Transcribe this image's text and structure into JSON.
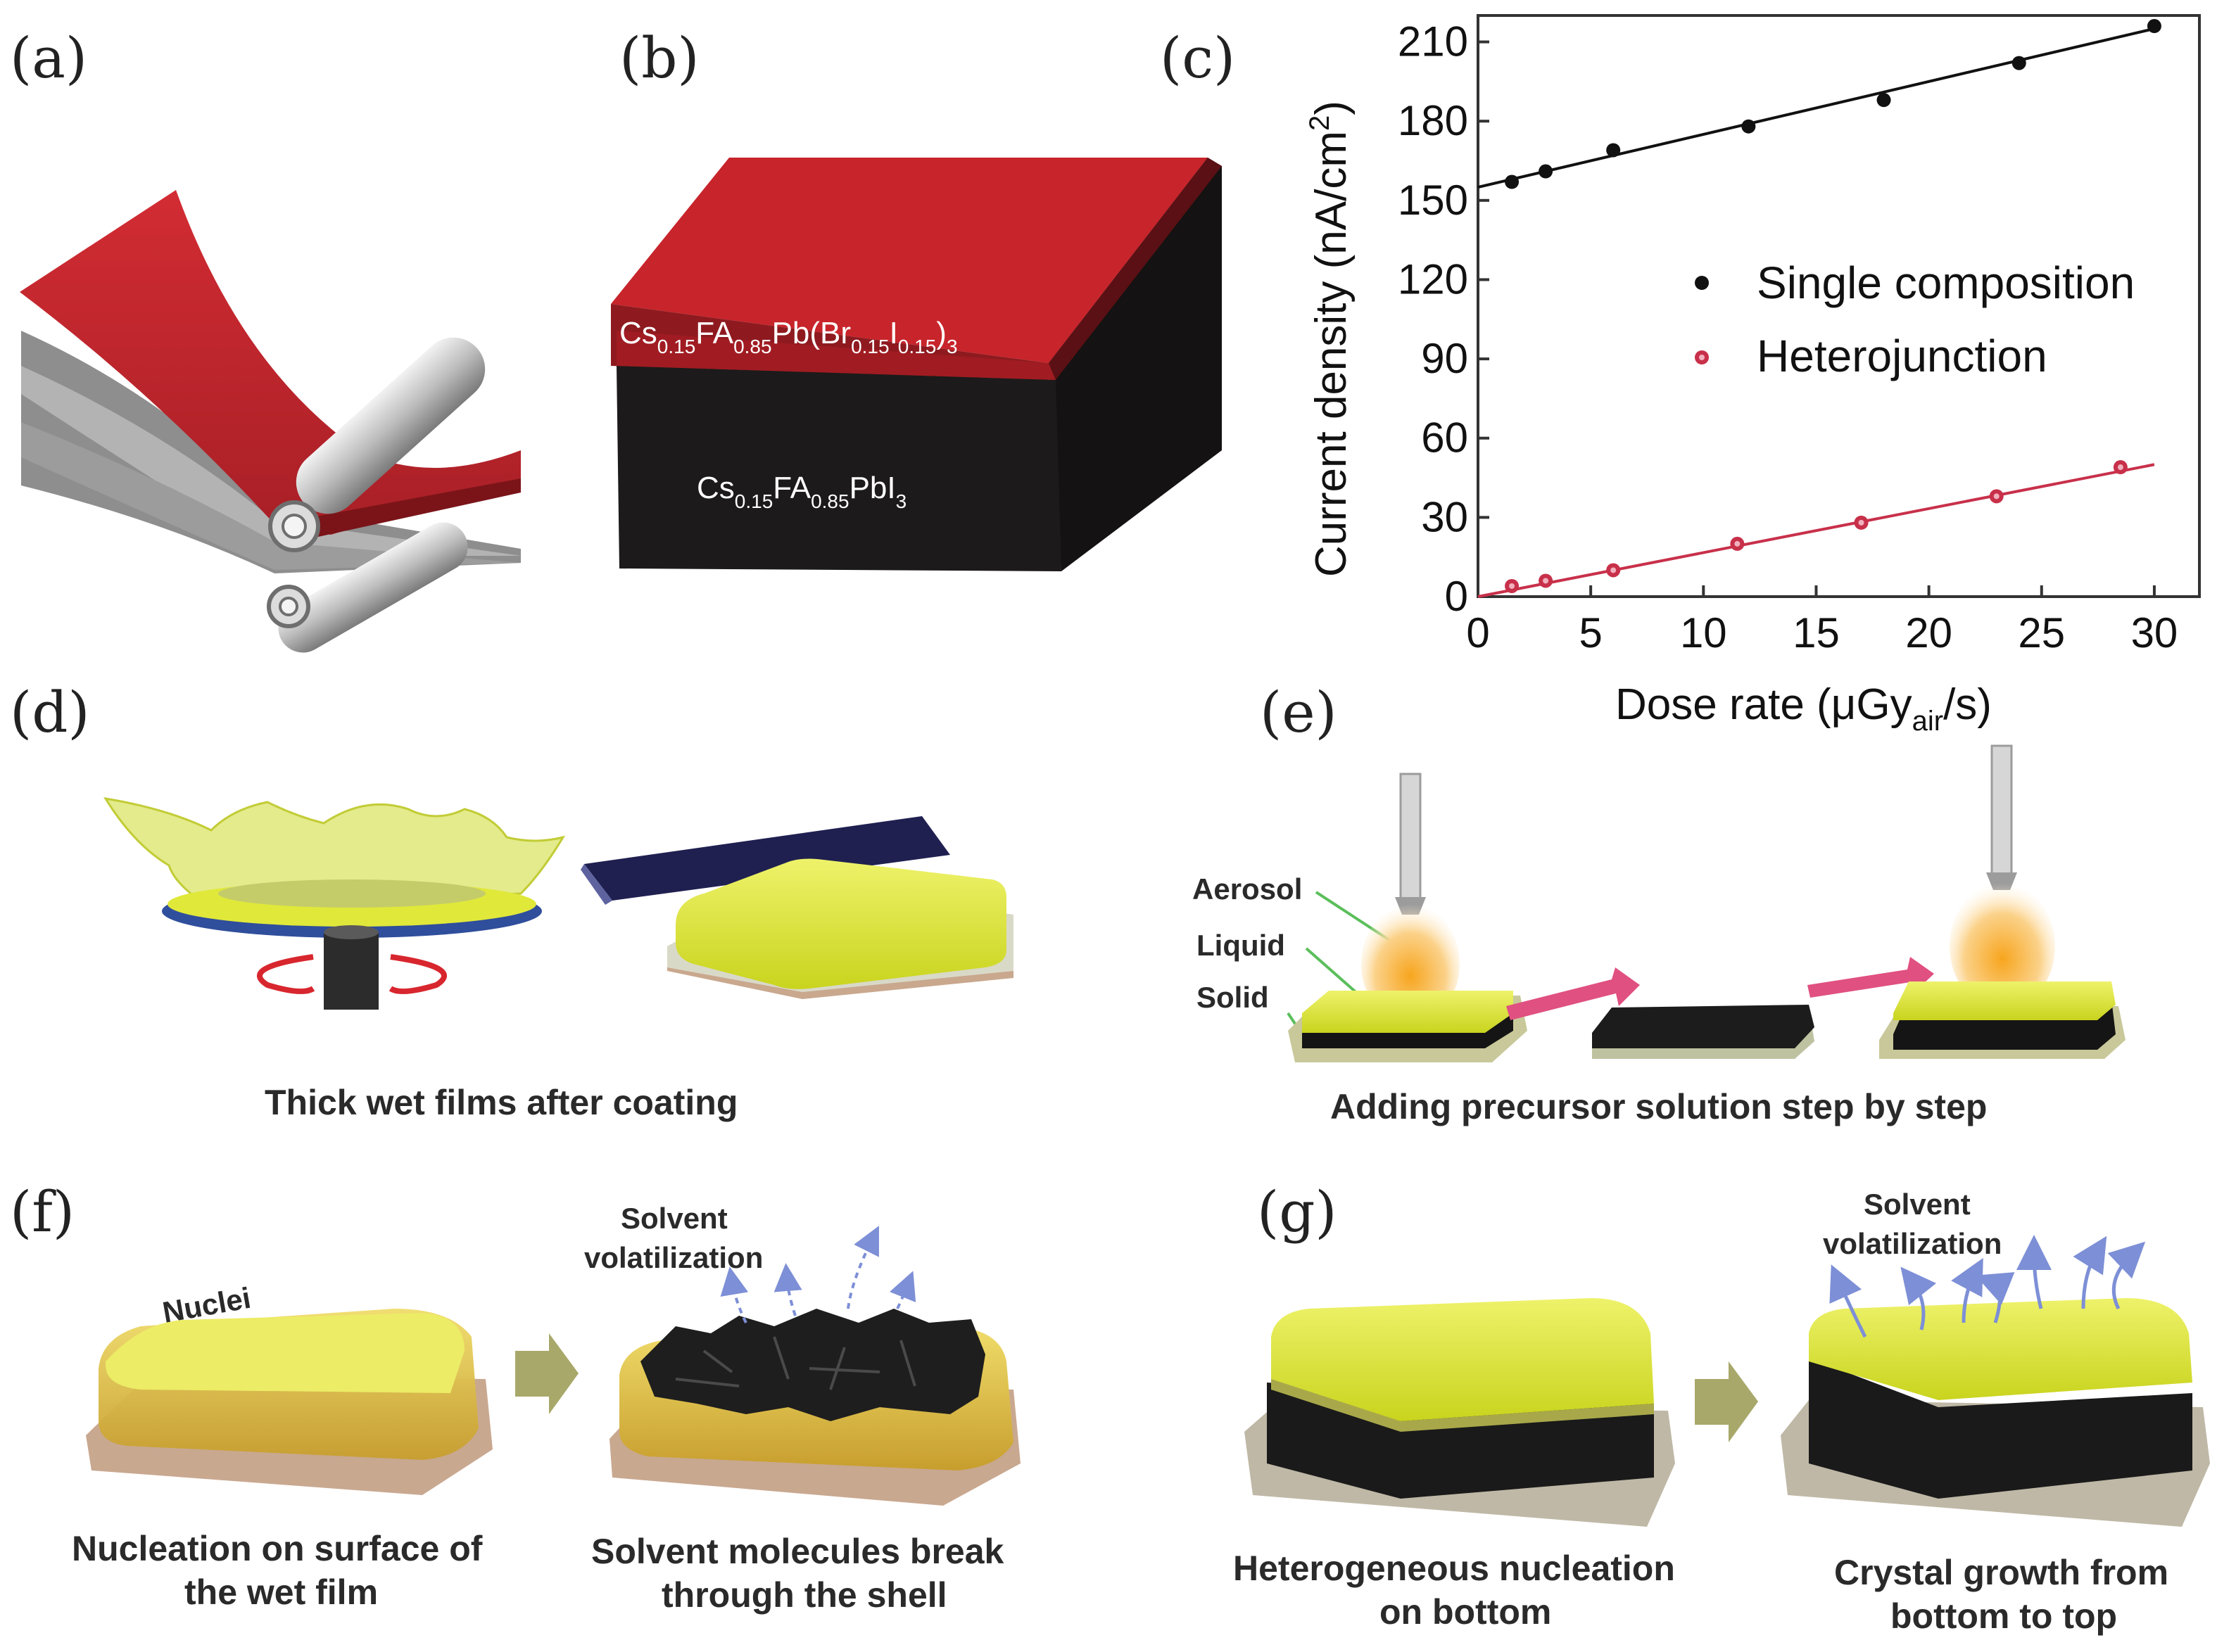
{
  "panels": {
    "a": "(a)",
    "b": "(b)",
    "c": "(c)",
    "d": "(d)",
    "e": "(e)",
    "f": "(f)",
    "g": "(g)"
  },
  "panel_b": {
    "top_formula": [
      "Cs",
      "0.15",
      "FA",
      "0.85",
      "Pb(Br",
      "0.15",
      "I",
      "0.15",
      ")",
      "3"
    ],
    "bottom_formula": [
      "Cs",
      "0.15",
      "FA",
      "0.85",
      "PbI",
      "3"
    ]
  },
  "panel_d": {
    "caption": "Thick wet films after coating"
  },
  "panel_e": {
    "caption": "Adding precursor solution step by step",
    "label_aerosol": "Aerosol",
    "label_liquid": "Liquid",
    "label_solid": "Solid"
  },
  "panel_f": {
    "label_nuclei": "Nuclei",
    "solvent_line1": "Solvent",
    "solvent_line2": "volatilization",
    "caption_left_line1": "Nucleation on surface of",
    "caption_left_line2": "the wet film",
    "caption_right_line1": "Solvent molecules break",
    "caption_right_line2": "through the shell"
  },
  "panel_g": {
    "solvent_line1": "Solvent",
    "solvent_line2": "volatilization",
    "caption_left_line1": "Heterogeneous nucleation",
    "caption_left_line2": "on bottom",
    "caption_right_line1": "Crystal growth from",
    "caption_right_line2": "bottom to top"
  },
  "colors": {
    "red_film": "#c0282e",
    "black_block": "#1c1a1a",
    "yellow_film": "#e2e93a",
    "gold_film": "#d9b53a",
    "single_series": "#111111",
    "hetero_series": "#c8304a"
  },
  "chart_data": {
    "type": "scatter",
    "xlabel_main": "Dose rate (μGy",
    "xlabel_sub": "air",
    "xlabel_end": "/s)",
    "ylabel_main": "Current density (nA/cm",
    "ylabel_sup": "2",
    "ylabel_end": ")",
    "xlim": [
      0,
      32
    ],
    "ylim": [
      0,
      220
    ],
    "xticks": [
      0,
      5,
      10,
      15,
      20,
      25,
      30
    ],
    "yticks": [
      0,
      30,
      60,
      90,
      120,
      150,
      180,
      210
    ],
    "legend_position": "center-right",
    "series": [
      {
        "name": "Single composition",
        "color": "#111111",
        "x": [
          1.5,
          3,
          6,
          12,
          18,
          24,
          30
        ],
        "y": [
          157,
          161,
          169,
          178,
          188,
          202,
          216
        ],
        "fit": [
          [
            0,
            155
          ],
          [
            30,
            215
          ]
        ]
      },
      {
        "name": "Heterojunction",
        "color": "#c8304a",
        "x": [
          1.5,
          3,
          6,
          11.5,
          17,
          23,
          28.5
        ],
        "y": [
          4,
          6,
          10,
          20,
          28,
          38,
          49
        ],
        "fit": [
          [
            0,
            0
          ],
          [
            30,
            50
          ]
        ]
      }
    ]
  }
}
